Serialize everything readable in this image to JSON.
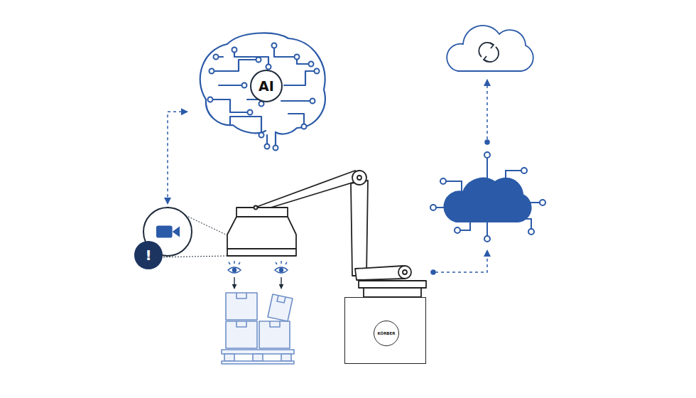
{
  "diagram": {
    "nodes": [
      {
        "text": [
          "AI"
        ]
      },
      {
        "text": [
          "!"
        ]
      },
      {
        "text": [
          "KÖRBER"
        ]
      }
    ],
    "edges": [
      {
        "from": 0,
        "to": 1,
        "arrow": "both"
      }
    ]
  }
}
